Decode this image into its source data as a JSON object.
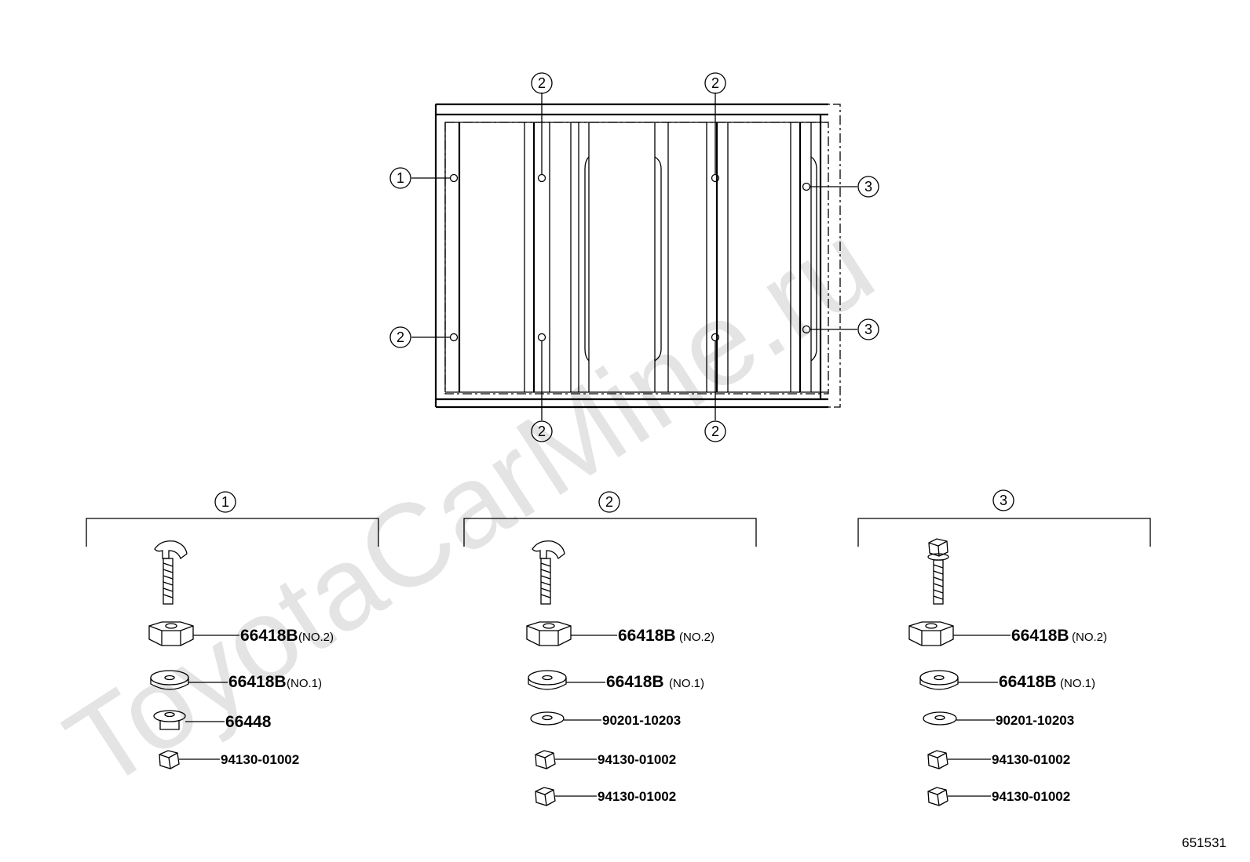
{
  "watermark": "ToyotaCarMine.ru",
  "diagram_id": "651531",
  "frame_callouts": [
    {
      "num": "1",
      "side": "left"
    },
    {
      "num": "2",
      "side": "left"
    },
    {
      "num": "2",
      "side": "top"
    },
    {
      "num": "2",
      "side": "top"
    },
    {
      "num": "2",
      "side": "bottom"
    },
    {
      "num": "2",
      "side": "bottom"
    },
    {
      "num": "3",
      "side": "right"
    },
    {
      "num": "3",
      "side": "right"
    }
  ],
  "groups": [
    {
      "num": "1",
      "bolt": "hook-bolt",
      "parts": [
        {
          "shape": "octagon-washer",
          "part_no": "66418B",
          "note": "(NO.2)"
        },
        {
          "shape": "round-washer",
          "part_no": "66418B",
          "note": "(NO.1)"
        },
        {
          "shape": "flange-nut",
          "part_no": "66448",
          "note": ""
        },
        {
          "shape": "hex-nut",
          "part_no": "94130-01002",
          "note": ""
        }
      ]
    },
    {
      "num": "2",
      "bolt": "hook-bolt",
      "parts": [
        {
          "shape": "octagon-washer",
          "part_no": "66418B",
          "note": "(NO.2)"
        },
        {
          "shape": "round-washer",
          "part_no": "66418B",
          "note": "(NO.1)"
        },
        {
          "shape": "flat-washer",
          "part_no": "90201-10203",
          "note": ""
        },
        {
          "shape": "hex-nut",
          "part_no": "94130-01002",
          "note": ""
        },
        {
          "shape": "hex-nut",
          "part_no": "94130-01002",
          "note": ""
        }
      ]
    },
    {
      "num": "3",
      "bolt": "hex-bolt",
      "parts": [
        {
          "shape": "octagon-washer",
          "part_no": "66418B",
          "note": "(NO.2)"
        },
        {
          "shape": "round-washer",
          "part_no": "66418B",
          "note": "(NO.1)"
        },
        {
          "shape": "flat-washer",
          "part_no": "90201-10203",
          "note": ""
        },
        {
          "shape": "hex-nut",
          "part_no": "94130-01002",
          "note": ""
        },
        {
          "shape": "hex-nut",
          "part_no": "94130-01002",
          "note": ""
        }
      ]
    }
  ]
}
